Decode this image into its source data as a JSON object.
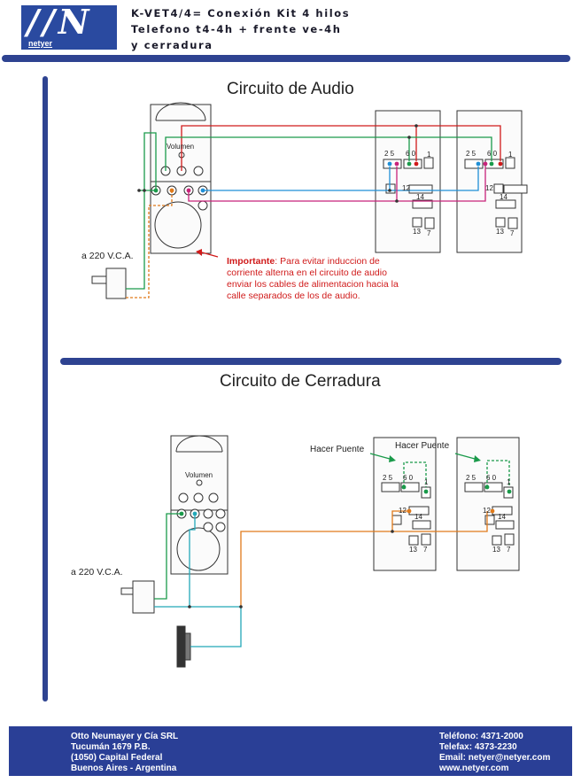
{
  "header": {
    "logo_mark": "//N",
    "logo_word": "netyer",
    "title_lines": [
      "K-VET4/4= Conexión Kit 4 hilos",
      "Telefono t4-4h + frente ve-4h",
      "y cerradura"
    ]
  },
  "audio": {
    "title": "Circuito de Audio",
    "volume_label": "Volumen",
    "power_label": "a 220 V.C.A.",
    "note_bold": "Importante",
    "note_text": ": Para evitar induccion de corriente alterna en el circuito de audio  enviar los cables de alimentacion hacia la calle separados de los de audio."
  },
  "lock": {
    "title": "Circuito de Cerradura",
    "volume_label": "Volumen",
    "power_label": "a 220 V.C.A.",
    "bridge_label_1": "Hacer Puente",
    "bridge_label_2": "Hacer Puente"
  },
  "terminals": {
    "t_25": "2 5",
    "t_60": "6 0",
    "t_1": "1",
    "t_12": "12",
    "t_14": "14",
    "t_13": "13",
    "t_7": "7"
  },
  "footer": {
    "company": "Otto Neumayer y Cía SRL",
    "street": "Tucumán 1679 P.B.",
    "city": "(1050) Capital Federal",
    "region": "Buenos Aires - Argentina",
    "phone": "Teléfono: 4371-2000",
    "fax": "Telefax: 4373-2230",
    "email": "Email: netyer@netyer.com",
    "web": "www.netyer.com"
  },
  "colors": {
    "accent": "#2e4391",
    "red": "#d01a1a",
    "green": "#1a9a4a",
    "blue": "#1f8fd6",
    "magenta": "#c8237a",
    "orange": "#e07a1a",
    "cyan": "#22a8b8"
  }
}
